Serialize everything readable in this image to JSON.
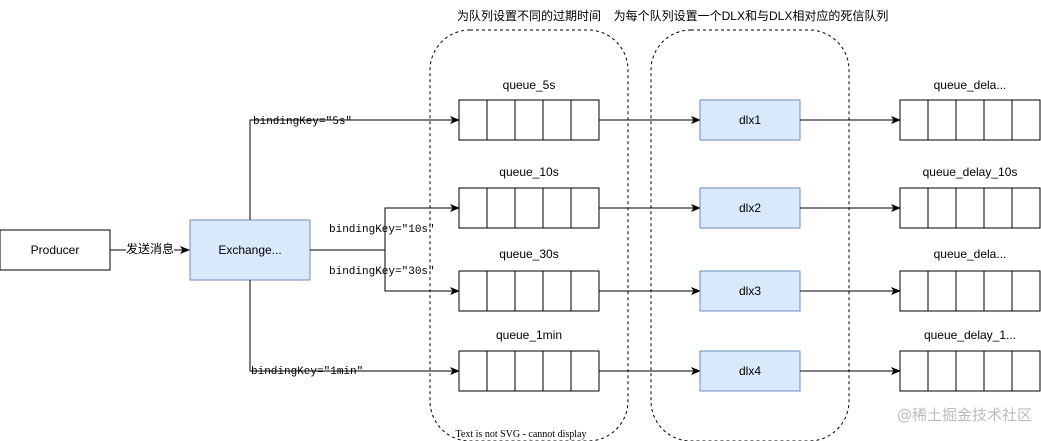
{
  "producer": {
    "label": "Producer"
  },
  "exchange": {
    "label": "Exchange..."
  },
  "send_edge_label": "发送消息",
  "group_titles": {
    "ttl": "为队列设置不同的过期时间",
    "dlx": "为每个队列设置一个DLX和与DLX相对应的死信队列"
  },
  "footer_note": "Text is not SVG - cannot display",
  "watermark": "@稀土掘金技术社区",
  "routes": [
    {
      "binding_key": "bindingKey=\"5s\"",
      "queue": "queue_5s",
      "dlx": "dlx1",
      "delay_queue": "queue_dela..."
    },
    {
      "binding_key": "bindingKey=\"10s\"",
      "queue": "queue_10s",
      "dlx": "dlx2",
      "delay_queue": "queue_delay_10s"
    },
    {
      "binding_key": "bindingKey=\"30s\"",
      "queue": "queue_30s",
      "dlx": "dlx3",
      "delay_queue": "queue_dela..."
    },
    {
      "binding_key": "bindingKey=\"1min\"",
      "queue": "queue_1min",
      "dlx": "dlx4",
      "delay_queue": "queue_delay_1..."
    }
  ],
  "colors": {
    "exchange_fill": "#dae8fc",
    "exchange_stroke": "#6c8ebf",
    "line": "#000000",
    "watermark": "#bdbdbd"
  }
}
